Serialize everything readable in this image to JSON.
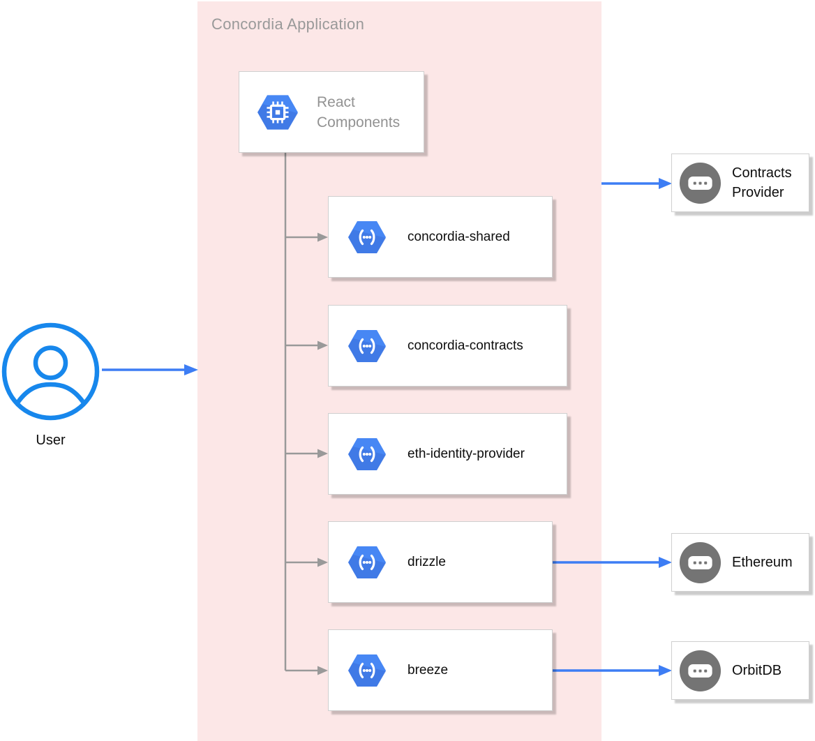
{
  "diagram": {
    "container": {
      "title": "Concordia Application"
    },
    "actor": {
      "label": "User",
      "icon": "user-circle-icon"
    },
    "root_component": {
      "label": "React Components",
      "icon": "chip-hexagon-icon"
    },
    "modules": [
      {
        "label": "concordia-shared",
        "icon": "code-hexagon-icon"
      },
      {
        "label": "concordia-contracts",
        "icon": "code-hexagon-icon"
      },
      {
        "label": "eth-identity-provider",
        "icon": "code-hexagon-icon"
      },
      {
        "label": "drizzle",
        "icon": "code-hexagon-icon"
      },
      {
        "label": "breeze",
        "icon": "code-hexagon-icon"
      }
    ],
    "externals": [
      {
        "label": "Contracts Provider",
        "icon": "service-circle-icon"
      },
      {
        "label": "Ethereum",
        "icon": "service-circle-icon"
      },
      {
        "label": "OrbitDB",
        "icon": "service-circle-icon"
      }
    ],
    "edges": [
      {
        "from": "User",
        "to": "Concordia Application",
        "style": "blue-arrow"
      },
      {
        "from": "React Components",
        "to": "concordia-shared",
        "style": "gray-arrow"
      },
      {
        "from": "React Components",
        "to": "concordia-contracts",
        "style": "gray-arrow"
      },
      {
        "from": "React Components",
        "to": "eth-identity-provider",
        "style": "gray-arrow"
      },
      {
        "from": "React Components",
        "to": "drizzle",
        "style": "gray-arrow"
      },
      {
        "from": "React Components",
        "to": "breeze",
        "style": "gray-arrow"
      },
      {
        "from": "Concordia Application",
        "to": "Contracts Provider",
        "style": "blue-arrow"
      },
      {
        "from": "drizzle",
        "to": "Ethereum",
        "style": "blue-arrow"
      },
      {
        "from": "breeze",
        "to": "OrbitDB",
        "style": "blue-arrow"
      }
    ],
    "icons": {
      "user-circle-icon": "person outline in blue circle",
      "chip-hexagon-icon": "white CPU chip on blue hexagon",
      "code-hexagon-icon": "white (...) code brackets on blue hexagon",
      "service-circle-icon": "white rounded rectangle with three dots on gray circle"
    },
    "colors": {
      "container_fill": "#fce7e7",
      "muted_text": "#999999",
      "label_text": "#0d0d0d",
      "node_border": "#cfcfcf",
      "connector_gray": "#999999",
      "arrow_blue": "#3d7df4",
      "hexagon_blue": "#4787f4",
      "hexagon_shade": "#3a6fdb",
      "service_gray": "#747474",
      "user_blue": "#1787ec"
    }
  }
}
